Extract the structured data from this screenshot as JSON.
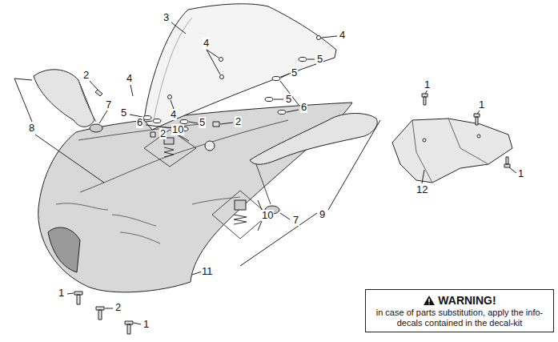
{
  "diagram": {
    "nodes": [
      {
        "text": [
          "WARNING!",
          "in case of parts substitution, apply the info-decals contained in the decal-kit"
        ]
      }
    ],
    "labels": [
      "3",
      "4",
      "1",
      "1",
      "2",
      "4",
      "4",
      "5",
      "5",
      "5",
      "6",
      "4",
      "7",
      "5",
      "5",
      "2",
      "6",
      "8",
      "2",
      "10",
      "10",
      "9",
      "7",
      "12",
      "1",
      "11",
      "1",
      "2",
      "1"
    ]
  }
}
